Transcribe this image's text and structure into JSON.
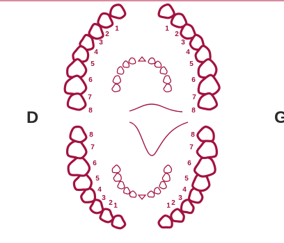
{
  "colors": {
    "tooth_outline": "#a3123f",
    "label_text": "#2b2b2b",
    "top_rule": "#d98aa0"
  },
  "sides": {
    "left": "D",
    "right": "G"
  },
  "upper_arch": {
    "left_numbers": [
      "1",
      "2",
      "3",
      "4",
      "5",
      "6",
      "7",
      "8"
    ],
    "right_numbers": [
      "1",
      "2",
      "3",
      "4",
      "5",
      "6",
      "7",
      "8"
    ]
  },
  "lower_arch": {
    "left_numbers": [
      "8",
      "7",
      "6",
      "5",
      "4",
      "3",
      "2",
      "1"
    ],
    "right_numbers": [
      "8",
      "7",
      "6",
      "5",
      "4",
      "3",
      "2",
      "1"
    ]
  }
}
